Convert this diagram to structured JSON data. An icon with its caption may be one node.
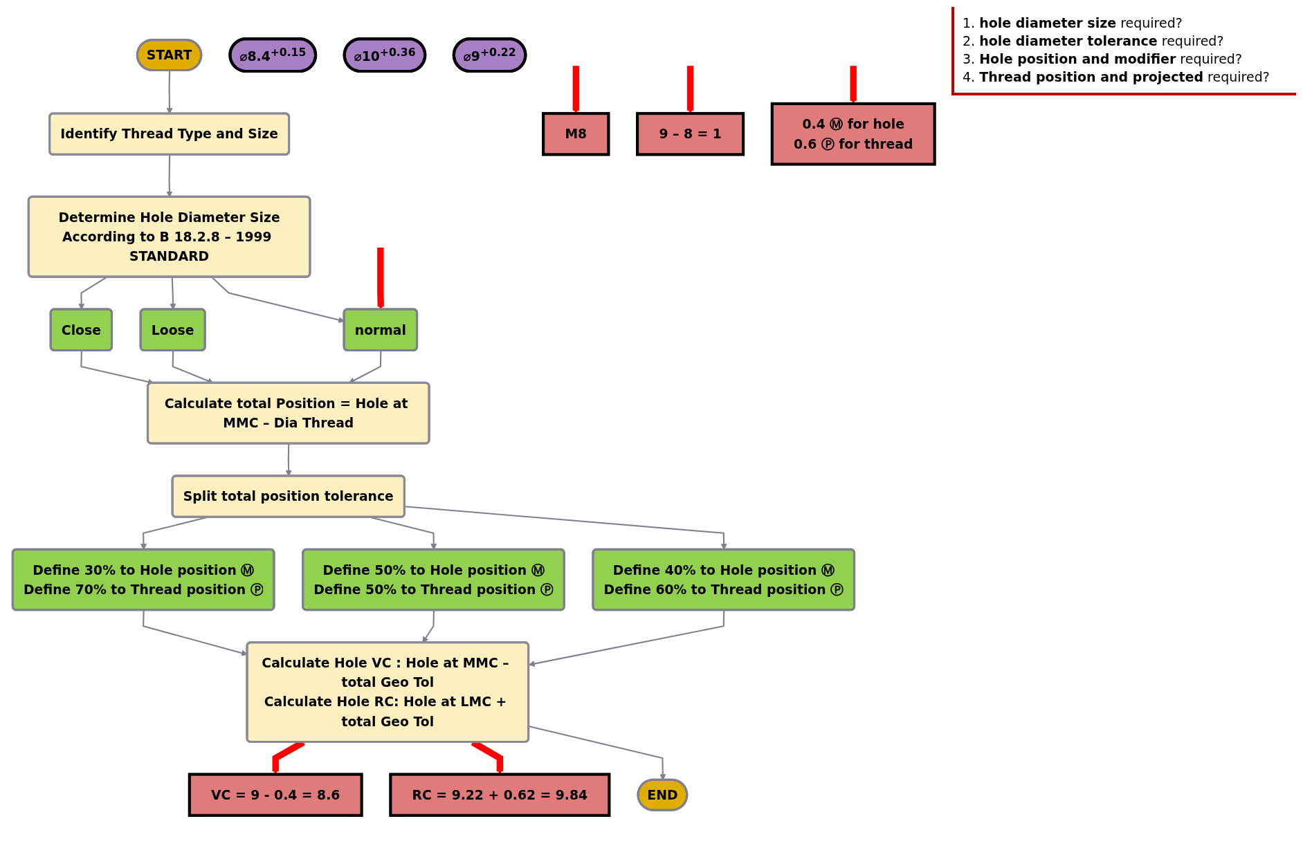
{
  "diagram": {
    "nodes": [
      {
        "text": [
          "START"
        ]
      },
      {
        "text": [
          "Identify Thread Type and Size"
        ]
      },
      {
        "text": [
          "M8"
        ]
      },
      {
        "text": [
          "Determine Hole Diameter Size",
          "According to B 18.2.8 – 1999 STANDARD"
        ]
      },
      {
        "text": [
          "⌀8.4$^{+0.15}$"
        ]
      },
      {
        "text": [
          "Close"
        ]
      },
      {
        "text": [
          "Loose"
        ]
      },
      {
        "text": [
          "⌀10$^{+0.36}$"
        ]
      },
      {
        "text": [
          "normal"
        ]
      },
      {
        "text": [
          "⌀9$^{+0.22}$"
        ]
      },
      {
        "text": [
          "Calculate total Position = Hole at MMC – Dia Thread"
        ]
      },
      {
        "text": [
          "9 – 8 = 1"
        ]
      },
      {
        "text": [
          "Define 30% to Hole position Ⓜ",
          "Define 70% to Thread position Ⓟ"
        ]
      },
      {
        "text": [
          "Split total position tolerance"
        ]
      },
      {
        "text": [
          "Define 50% to Hole position Ⓜ",
          "Define 50% to Thread position Ⓟ"
        ]
      },
      {
        "text": [
          "Define 40% to Hole position Ⓜ",
          "Define 60% to Thread position Ⓟ"
        ]
      },
      {
        "text": [
          "0.4 Ⓜ for hole",
          "0.6 Ⓟ for thread"
        ]
      },
      {
        "text": [
          "VC = 9 - 0.4 = 8.6"
        ]
      },
      {
        "text": [
          "**Calculate Hole VC :** Hole at MMC – total Geo Tol",
          "**Calculate Hole RC:** Hole at LMC + total Geo Tol"
        ]
      },
      {
        "text": [
          "RC = 9.22 + 0.62 = 9.84"
        ]
      },
      {
        "text": [
          "END"
        ]
      }
    ],
    "edges": [
      {
        "from": 0,
        "to": 1,
        "arrow": "to"
      },
      {
        "from": 1,
        "to": 3,
        "arrow": "to"
      },
      {
        "from": null,
        "to": 2,
        "arrow": "to",
        "style": "thick",
        "color": "#ff0000"
      },
      {
        "from": 3,
        "to": 5,
        "arrow": "to"
      },
      {
        "from": 3,
        "to": 6,
        "arrow": "to"
      },
      {
        "from": 3,
        "to": 8,
        "arrow": "to"
      },
      {
        "from": null,
        "to": 8,
        "arrow": "to",
        "style": "thick",
        "color": "#ff0000"
      },
      {
        "from": 5,
        "to": 10,
        "arrow": "to"
      },
      {
        "from": 6,
        "to": 10,
        "arrow": "to"
      },
      {
        "from": 8,
        "to": 10,
        "arrow": "to"
      },
      {
        "from": null,
        "to": 11,
        "arrow": "to",
        "style": "thick",
        "color": "#ff0000"
      },
      {
        "from": 10,
        "to": 13,
        "arrow": "to"
      },
      {
        "from": 13,
        "to": 12,
        "arrow": "to"
      },
      {
        "from": 13,
        "to": 14,
        "arrow": "to"
      },
      {
        "from": 13,
        "to": 15,
        "arrow": "to"
      },
      {
        "from": null,
        "to": 16,
        "arrow": "to",
        "style": "thick",
        "color": "#ff0000"
      },
      {
        "from": 12,
        "to": 18,
        "arrow": "to"
      },
      {
        "from": 14,
        "to": 18,
        "arrow": "to"
      },
      {
        "from": 15,
        "to": 18,
        "arrow": "to"
      },
      {
        "from": 18,
        "to": 17,
        "arrow": "to",
        "style": "thick",
        "color": "#ff0000"
      },
      {
        "from": 18,
        "to": 19,
        "arrow": "to",
        "style": "thick",
        "color": "#ff0000"
      },
      {
        "from": 18,
        "to": 20,
        "arrow": "to"
      }
    ],
    "labels": [
      "1. **hole diameter size** required?",
      "2. **hole diameter tolerance** required?",
      "3. **Hole position and modifier** required?",
      "4. **Thread position and projected** required?"
    ]
  }
}
